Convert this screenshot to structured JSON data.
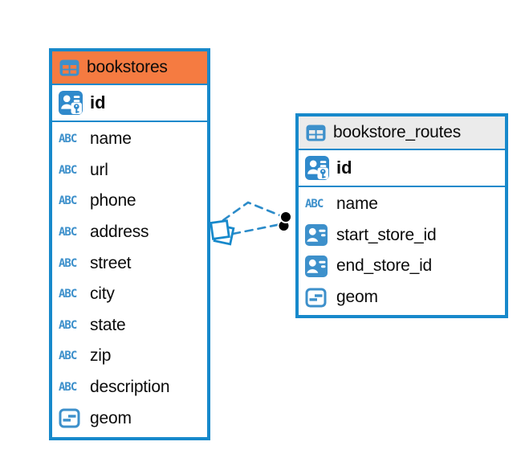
{
  "badges": {
    "text_type": "ABC"
  },
  "colors": {
    "accent_blue": "#1789CB",
    "icon_blue": "#3D90CB",
    "bookstores_header": "#F57B41",
    "routes_header": "#EBEBEB",
    "relationship_line": "#2B8BC9",
    "text": "#0b0b0b"
  },
  "tables": [
    {
      "name": "bookstores",
      "header_style": "orange",
      "icon": "table-icon",
      "primary_key": {
        "label": "id",
        "icon": "primary-key-icon"
      },
      "fields": [
        {
          "label": "name",
          "icon": "text-type-icon"
        },
        {
          "label": "url",
          "icon": "text-type-icon"
        },
        {
          "label": "phone",
          "icon": "text-type-icon"
        },
        {
          "label": "address",
          "icon": "text-type-icon"
        },
        {
          "label": "street",
          "icon": "text-type-icon"
        },
        {
          "label": "city",
          "icon": "text-type-icon"
        },
        {
          "label": "state",
          "icon": "text-type-icon"
        },
        {
          "label": "zip",
          "icon": "text-type-icon"
        },
        {
          "label": "description",
          "icon": "text-type-icon"
        },
        {
          "label": "geom",
          "icon": "geometry-type-icon"
        }
      ]
    },
    {
      "name": "bookstore_routes",
      "header_style": "gray",
      "icon": "table-icon",
      "primary_key": {
        "label": "id",
        "icon": "primary-key-icon"
      },
      "fields": [
        {
          "label": "name",
          "icon": "text-type-icon"
        },
        {
          "label": "start_store_id",
          "icon": "reference-type-icon"
        },
        {
          "label": "end_store_id",
          "icon": "reference-type-icon"
        },
        {
          "label": "geom",
          "icon": "geometry-type-icon"
        }
      ]
    }
  ],
  "relationships": {
    "count": 2,
    "from_table": "bookstores",
    "to_table": "bookstore_routes",
    "line_style": "dashed",
    "from_end_symbol": "overlapping-squares",
    "to_end_symbol": "stacked-black-dots"
  }
}
